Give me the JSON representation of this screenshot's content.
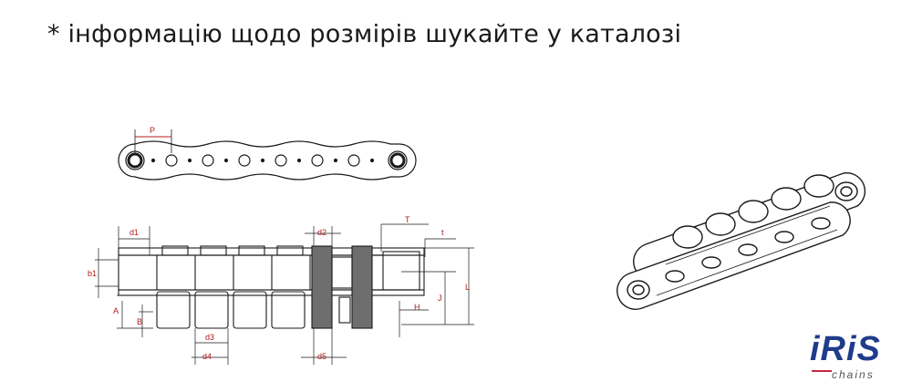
{
  "note": "* інформацію щодо розмірів шукайте у каталозі",
  "dimension_labels": {
    "P": "P",
    "d1": "d1",
    "b1": "b1",
    "A": "A",
    "B": "B",
    "d3": "d3",
    "d4": "d4",
    "d2": "d2",
    "d5": "d5",
    "T": "T",
    "t": "t",
    "H": "H",
    "J": "J",
    "L": "L"
  },
  "logo": {
    "name": "IRIS",
    "word": "iRiS",
    "sub": "chains"
  },
  "colors": {
    "dimension": "#b31b1b",
    "outline": "#1a1a1a",
    "logo": "#1f3c8c"
  }
}
